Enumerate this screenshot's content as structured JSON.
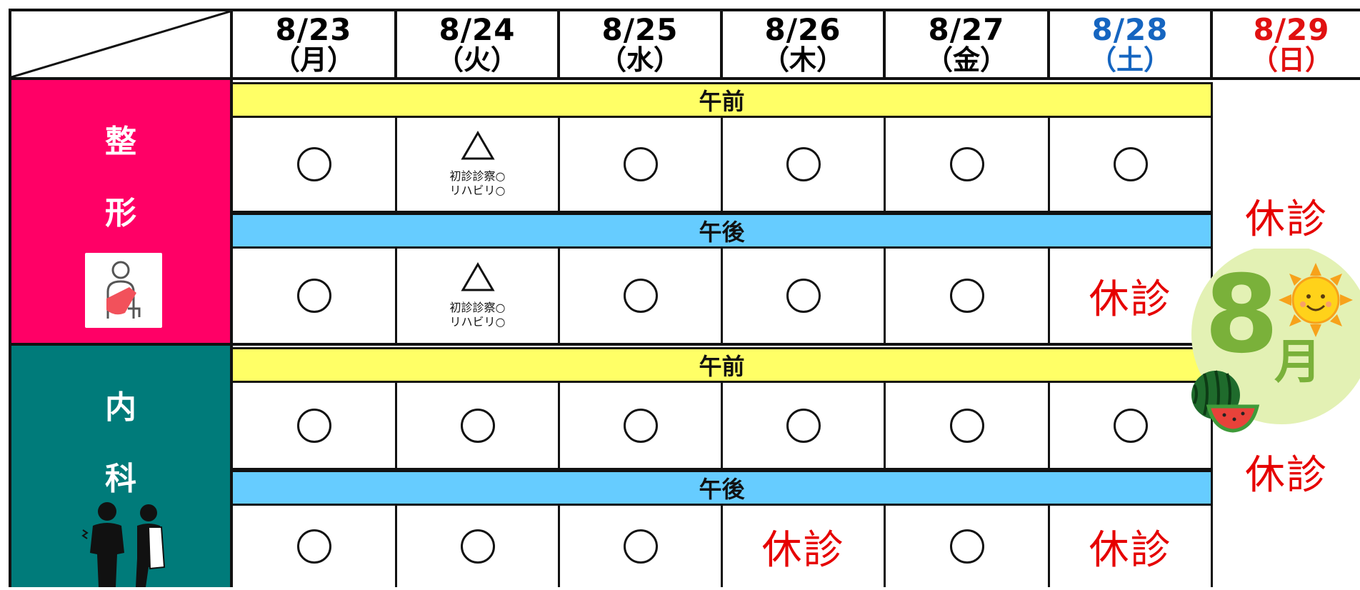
{
  "header": {
    "days": [
      {
        "date": "8/23",
        "weekday": "（月）"
      },
      {
        "date": "8/24",
        "weekday": "（火）"
      },
      {
        "date": "8/25",
        "weekday": "（水）"
      },
      {
        "date": "8/26",
        "weekday": "（木）"
      },
      {
        "date": "8/27",
        "weekday": "（金）"
      },
      {
        "date": "8/28",
        "weekday": "（土）"
      },
      {
        "date": "8/29",
        "weekday": "（日）"
      }
    ]
  },
  "departments": {
    "orthopedics": {
      "char1": "整",
      "char2": "形",
      "icon": "sling-arm-icon"
    },
    "internal": {
      "char1": "内",
      "char2": "科",
      "icon": "doctor-patient-icon"
    }
  },
  "slots": {
    "am": "午前",
    "pm": "午後"
  },
  "marks": {
    "open": "○",
    "partial": "△",
    "closed": "休診",
    "note_line1": "初診診察○",
    "note_line2": "リハビリ○"
  },
  "sunday": {
    "closed_upper": "休診",
    "closed_lower": "休診"
  },
  "decoration": {
    "month_number": "8",
    "month_char": "月"
  },
  "colors": {
    "orthopedics_bg": "#ff0066",
    "internal_bg": "#007b7a",
    "am_bar": "#ffff66",
    "pm_bar": "#66ccff",
    "closed_text": "#e60000",
    "saturday_text": "#1565c0",
    "sunday_text": "#e01010"
  }
}
